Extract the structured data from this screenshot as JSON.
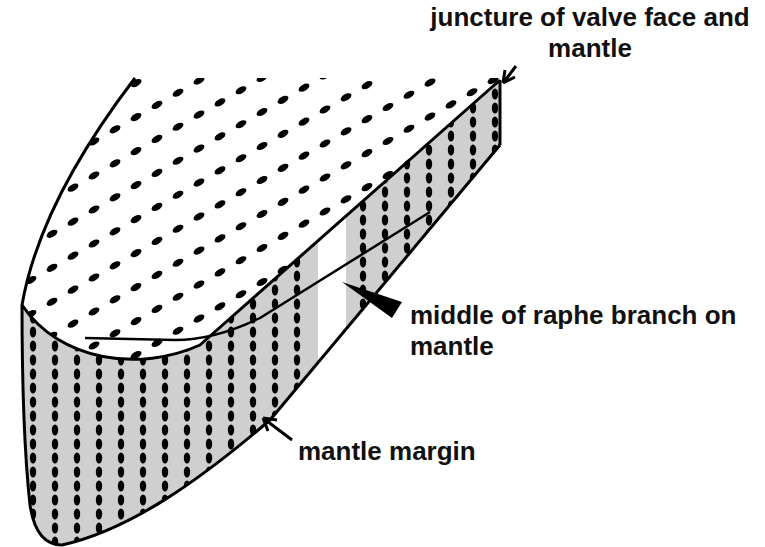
{
  "diagram": {
    "labels": [
      "juncture of valve face and mantle",
      "middle of raphe branch on mantle",
      "mantle margin"
    ]
  }
}
